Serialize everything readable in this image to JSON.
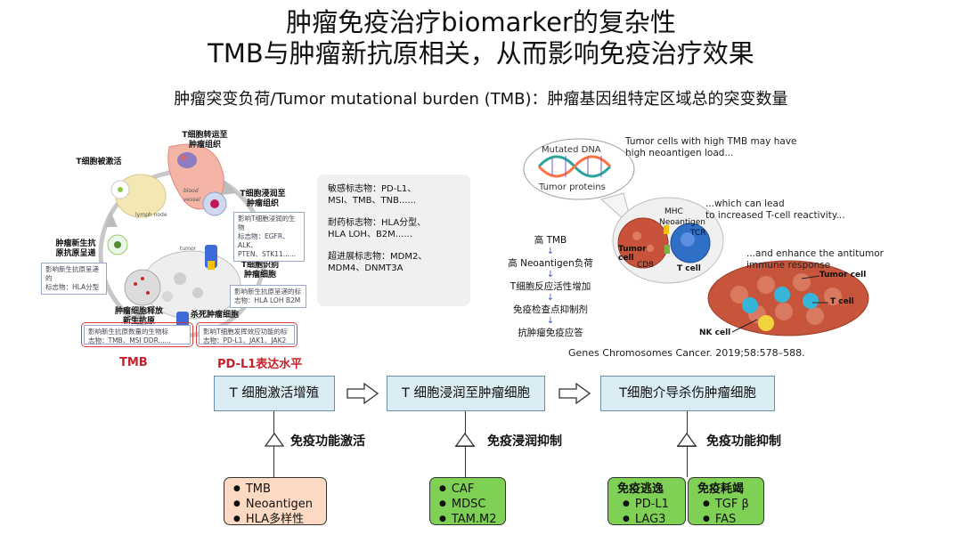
{
  "titles": {
    "line1": "肿瘤免疫治疗biomarker的复杂性",
    "line2": "TMB与肿瘤新抗原相关，从而影响免疫治疗效果",
    "subtitle": "肿瘤突变负荷/Tumor mutational burden (TMB)：肿瘤基因组特定区域总的突变数量"
  },
  "cycle": {
    "steps": {
      "transport": "T细胞转运至\n肿瘤组织",
      "activate": "T细胞被激活",
      "infiltrate": "T细胞浸润至\n肿瘤组织",
      "presentation": "肿瘤新生抗\n原抗原呈递",
      "recognize": "T细胞识别\n肿瘤细胞",
      "release": "肿瘤细胞释放\n新生抗原",
      "kill": "杀死肿瘤细胞"
    },
    "small_labels": {
      "lymph": "lymph node",
      "blood": "blood\nvessel",
      "tumor": "tumor"
    },
    "info": {
      "infiltrate": "影响T细胞浸润的生物\n标志物：EGFR、ALK、\nPTEN、STK11......",
      "presentation": "影响新生抗原呈递的\n标志物：HLA分型",
      "recognize": "影响新生抗原呈递的标\n志物：HLA LOH B2M",
      "release": "影响新生抗原数量的生物标\n志物：TMB、MSI DDR......",
      "kill": "影响T细胞发挥效应功能的标\n志物：PD-L1、JAK1、JAK2"
    },
    "tmb_label": "TMB",
    "pdl1_label": "PD-L1表达水平"
  },
  "markers_panel": {
    "sensitive": "敏感标志物：PD-L1、\nMSI、TMB、TNB......",
    "resistant": "耐药标志物：HLA分型、\nHLA LOH、B2M......",
    "hyperprogression": "超进展标志物：MDM2、\nMDM4、DNMT3A"
  },
  "flow": {
    "items": [
      "高 TMB",
      "高 Neoantigen负荷",
      "T细胞反应活性增加",
      "免疫检查点抑制剂",
      "抗肿瘤免疫应答"
    ]
  },
  "illustration": {
    "dna_label": "Mutated DNA",
    "protein_label": "Tumor proteins",
    "anno1": "Tumor cells with high TMB may have\nhigh neoantigen load...",
    "anno2": "...which can lead\nto increased T-cell reactivity...",
    "anno3": "...and enhance the antitumor\nimmune response",
    "mhc": "MHC",
    "neoantigen": "Neoantigen",
    "tcr": "TCR",
    "tumor_cell": "Tumor\ncell",
    "cd8": "CD8",
    "t_cell": "T cell",
    "tumor_cell2": "Tumor cell",
    "t_cell2": "T cell",
    "nk_cell": "NK cell"
  },
  "reference": "Genes Chromosomes Cancer. 2019;58:578–588.",
  "stages": [
    "T 细胞激活增殖",
    "T 细胞浸润至肿瘤细胞",
    "T细胞介导杀伤肿瘤细胞"
  ],
  "modifiers": [
    "免疫功能激活",
    "免疫浸润抑制",
    "免疫功能抑制"
  ],
  "factors": {
    "activation": [
      "TMB",
      "Neoantigen",
      "HLA多样性"
    ],
    "infiltration": [
      "CAF",
      "MDSC",
      "TAM.M2"
    ],
    "escape": {
      "title": "免疫逃逸",
      "items": [
        "PD-L1",
        "LAG3"
      ]
    },
    "exhaustion": {
      "title": "免疫耗竭",
      "items": [
        "TGF β",
        "FAS"
      ]
    }
  },
  "colors": {
    "stage_fill": "#d9ebf3",
    "peach": "#fbd9c3",
    "green": "#7fd155",
    "red": "#c8202a",
    "flow_arrow": "#3b5ec8"
  }
}
